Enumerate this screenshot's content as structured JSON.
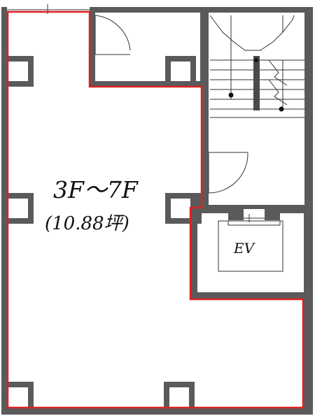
{
  "plan": {
    "floor_label": "3F～7F",
    "area_label": "(10.88坪)",
    "elevator_label": "EV"
  },
  "colors": {
    "wall": "#5a5a5a",
    "boundary": "#e02020",
    "background": "#ffffff"
  }
}
